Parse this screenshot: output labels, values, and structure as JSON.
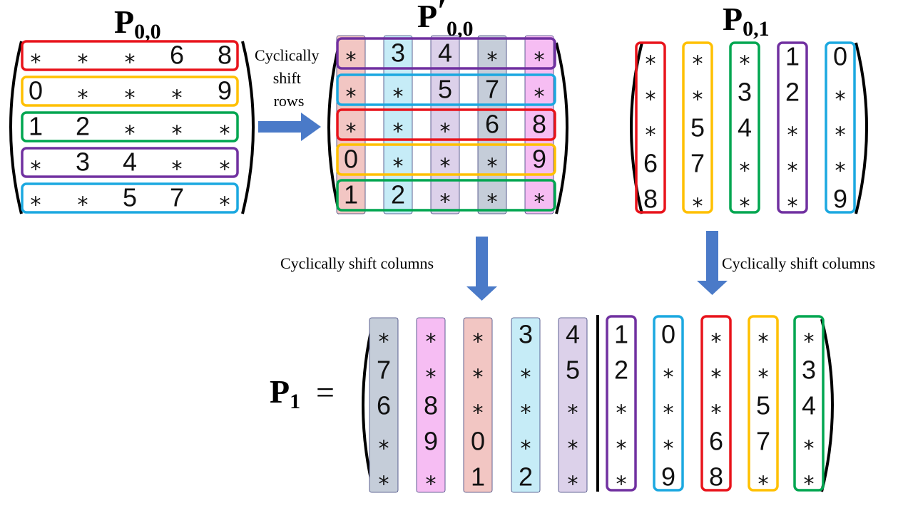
{
  "labels": {
    "p00_base": "P",
    "p00_sub": "0,0",
    "p00prime_base": "P",
    "p00prime_prime": "′",
    "p00prime_sub": "0,0",
    "p01_base": "P",
    "p01_sub": "0,1",
    "p1_base": "P",
    "p1_sub": "1",
    "equals": "=",
    "shift_rows_line1": "Cyclically",
    "shift_rows_line2": "shift",
    "shift_rows_line3": "rows",
    "shift_cols_left": "Cyclically shift columns",
    "shift_cols_right": "Cyclically shift columns"
  },
  "colors": {
    "red": "#e8131b",
    "yellow": "#ffc000",
    "green": "#00a650",
    "purple": "#7030a0",
    "cyan": "#1ba8e0",
    "fill_salmon": "#f2c6c3",
    "fill_cyan": "#c6ecf7",
    "fill_lavender": "#dcd1ea",
    "fill_slate": "#c5cdd9",
    "fill_pink": "#f6bdf3",
    "arrow": "#4a7ac8"
  },
  "matrices": {
    "p00": [
      [
        "*",
        "*",
        "*",
        "6",
        "8"
      ],
      [
        "0",
        "*",
        "*",
        "*",
        "9"
      ],
      [
        "1",
        "2",
        "*",
        "*",
        "*"
      ],
      [
        "*",
        "3",
        "4",
        "*",
        "*"
      ],
      [
        "*",
        "*",
        "5",
        "7",
        "*"
      ]
    ],
    "p00prime": [
      [
        "*",
        "3",
        "4",
        "*",
        "*"
      ],
      [
        "*",
        "*",
        "5",
        "7",
        "*"
      ],
      [
        "*",
        "*",
        "*",
        "6",
        "8"
      ],
      [
        "0",
        "*",
        "*",
        "*",
        "9"
      ],
      [
        "1",
        "2",
        "*",
        "*",
        "*"
      ]
    ],
    "p01_columns": [
      [
        "*",
        "*",
        "*",
        "6",
        "8"
      ],
      [
        "*",
        "*",
        "5",
        "7",
        "*"
      ],
      [
        "*",
        "3",
        "4",
        "*",
        "*"
      ],
      [
        "1",
        "2",
        "*",
        "*",
        "*"
      ],
      [
        "0",
        "*",
        "*",
        "*",
        "9"
      ]
    ],
    "p1_left_columns": [
      [
        "*",
        "7",
        "6",
        "*",
        "*"
      ],
      [
        "*",
        "*",
        "8",
        "9",
        "*"
      ],
      [
        "*",
        "*",
        "*",
        "0",
        "1"
      ],
      [
        "3",
        "*",
        "*",
        "*",
        "2"
      ],
      [
        "4",
        "5",
        "*",
        "*",
        "*"
      ]
    ],
    "p1_right_columns": [
      [
        "1",
        "2",
        "*",
        "*",
        "*"
      ],
      [
        "0",
        "*",
        "*",
        "*",
        "9"
      ],
      [
        "*",
        "*",
        "*",
        "6",
        "8"
      ],
      [
        "*",
        "*",
        "5",
        "7",
        "*"
      ],
      [
        "*",
        "3",
        "4",
        "*",
        "*"
      ]
    ]
  }
}
